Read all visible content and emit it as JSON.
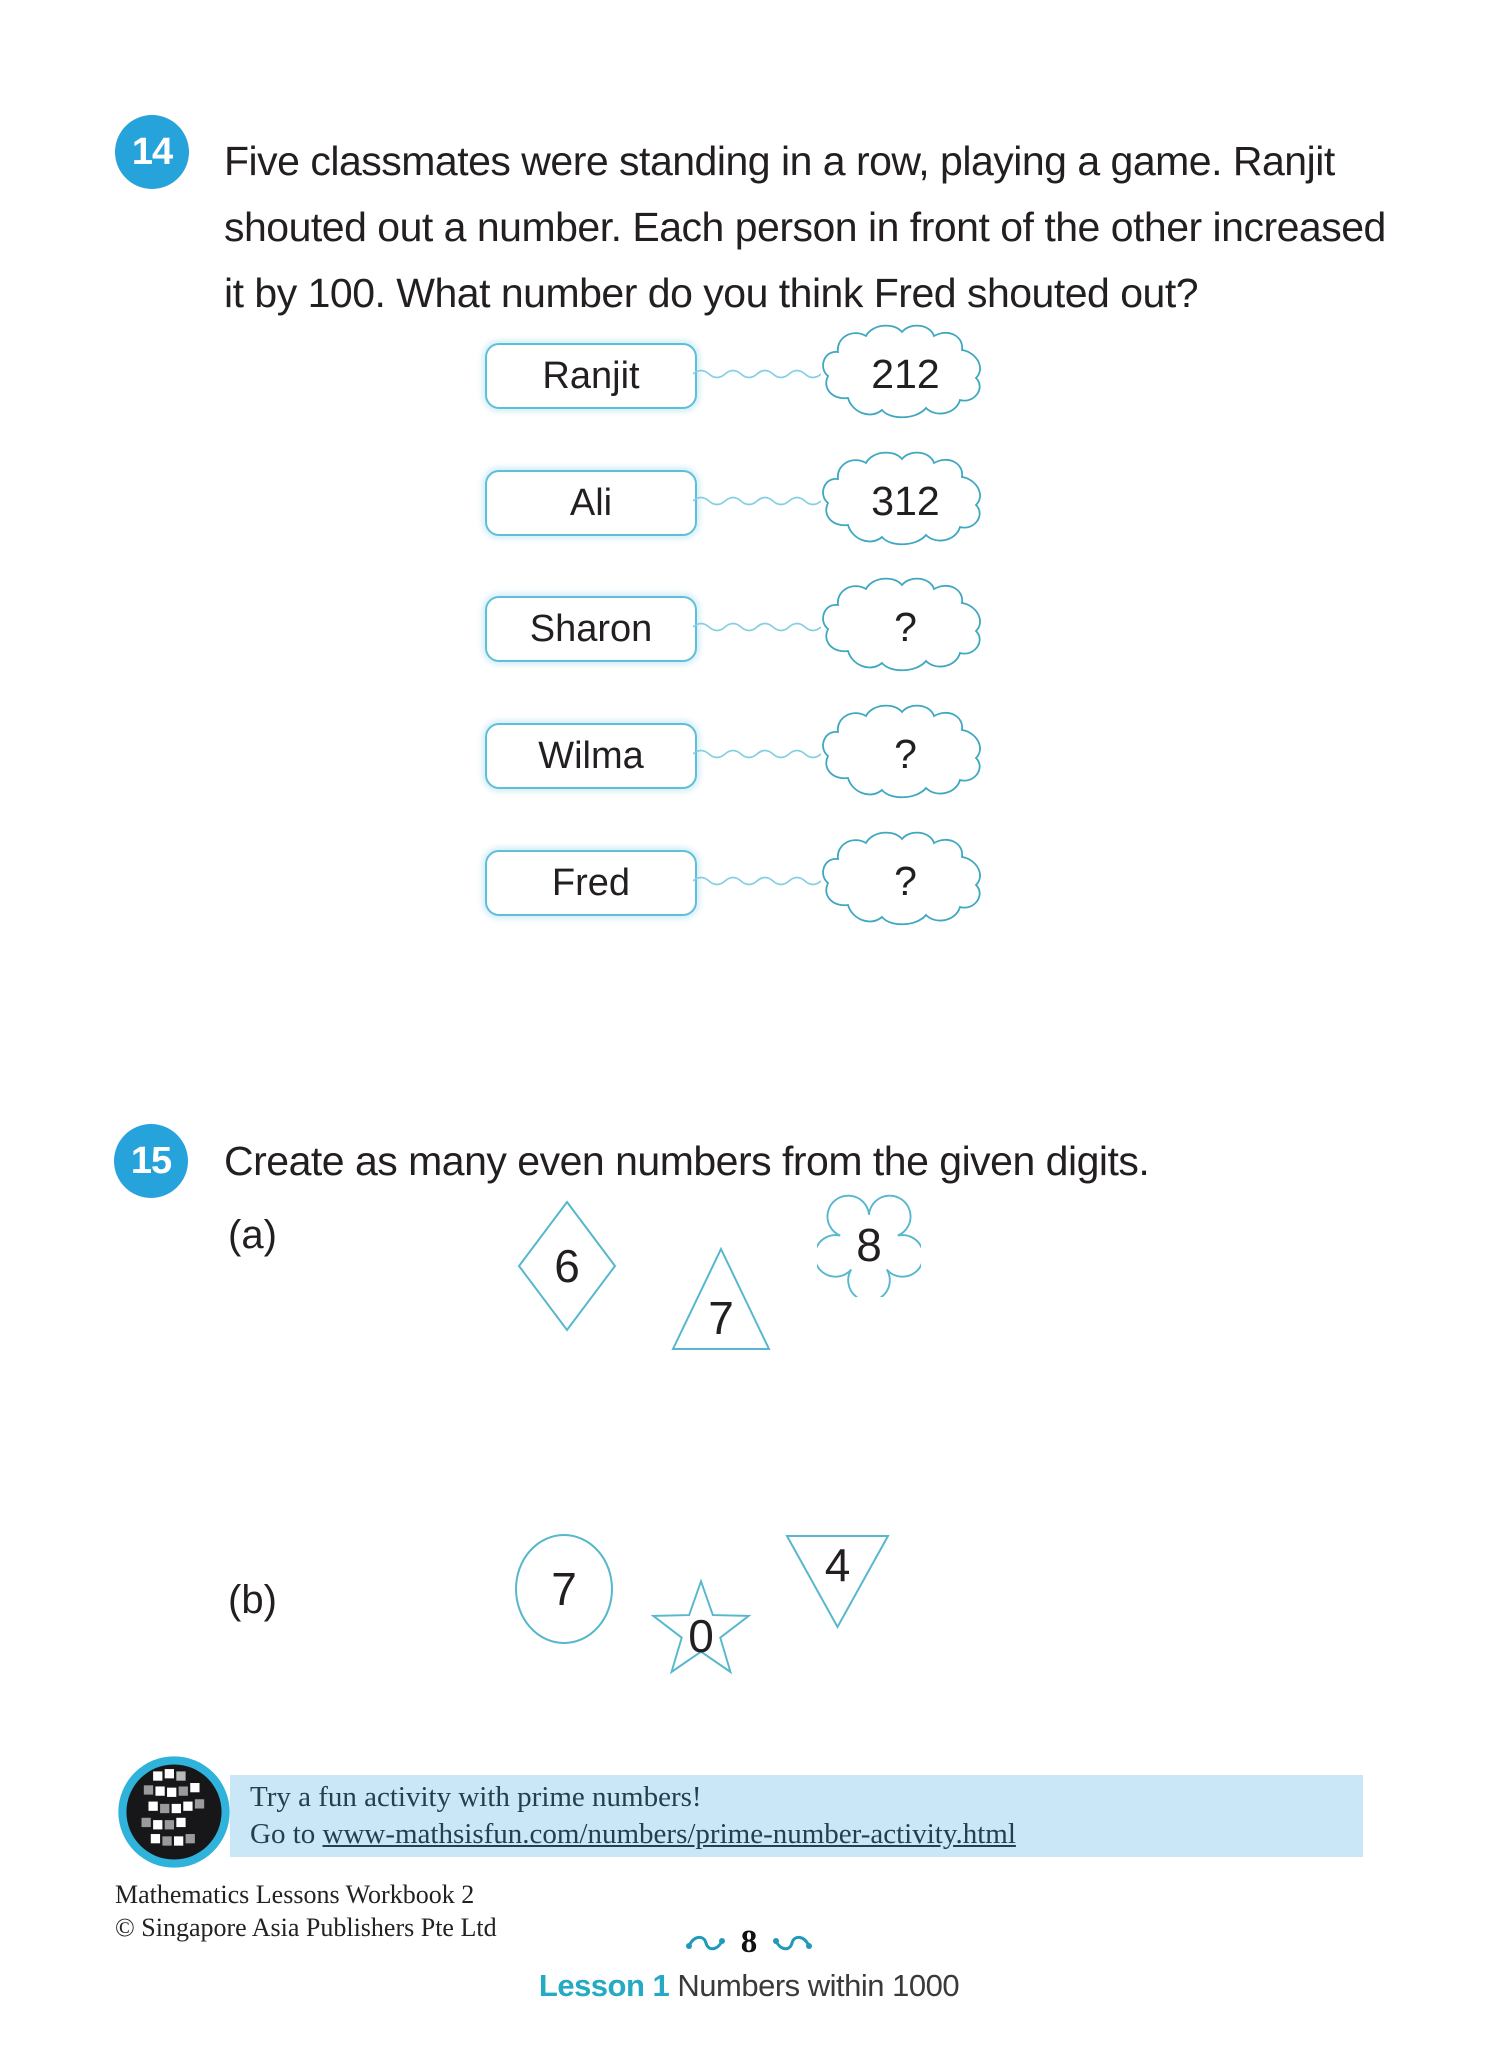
{
  "q14": {
    "badge": "14",
    "lines": [
      "Five classmates were standing in a row, playing a game. Ranjit",
      "shouted out a number. Each person in front of the other increased",
      "it by 100. What number do you think Fred shouted out?"
    ],
    "rows": [
      {
        "name": "Ranjit",
        "value": "212"
      },
      {
        "name": "Ali",
        "value": "312"
      },
      {
        "name": "Sharon",
        "value": "?"
      },
      {
        "name": "Wilma",
        "value": "?"
      },
      {
        "name": "Fred",
        "value": "?"
      }
    ]
  },
  "q15": {
    "badge": "15",
    "text": "Create as many even numbers from the given digits.",
    "parts": [
      {
        "label": "(a)",
        "shapes": [
          {
            "shape": "diamond",
            "digit": "6"
          },
          {
            "shape": "triangle-up",
            "digit": "7"
          },
          {
            "shape": "flower",
            "digit": "8"
          }
        ]
      },
      {
        "label": "(b)",
        "shapes": [
          {
            "shape": "circle",
            "digit": "7"
          },
          {
            "shape": "star",
            "digit": "0"
          },
          {
            "shape": "triangle-down",
            "digit": "4"
          }
        ]
      }
    ]
  },
  "activity": {
    "line1": "Try a fun activity with prime numbers!",
    "line2_prefix": "Go to ",
    "link": "www-mathsisfun.com/numbers/prime-number-activity.html"
  },
  "footer": {
    "book": "Mathematics Lessons Workbook 2",
    "copyright": "© Singapore Asia Publishers Pte Ltd",
    "page_number": "8",
    "lesson_label": "Lesson 1",
    "lesson_title": "Numbers within 1000"
  },
  "colors": {
    "badge_blue": "#27a3dc",
    "shape_stroke": "#56b7cd",
    "cloud_stroke": "#3fa8c0",
    "band_bg": "#cae7f8",
    "teal_accent": "#25aac4"
  }
}
